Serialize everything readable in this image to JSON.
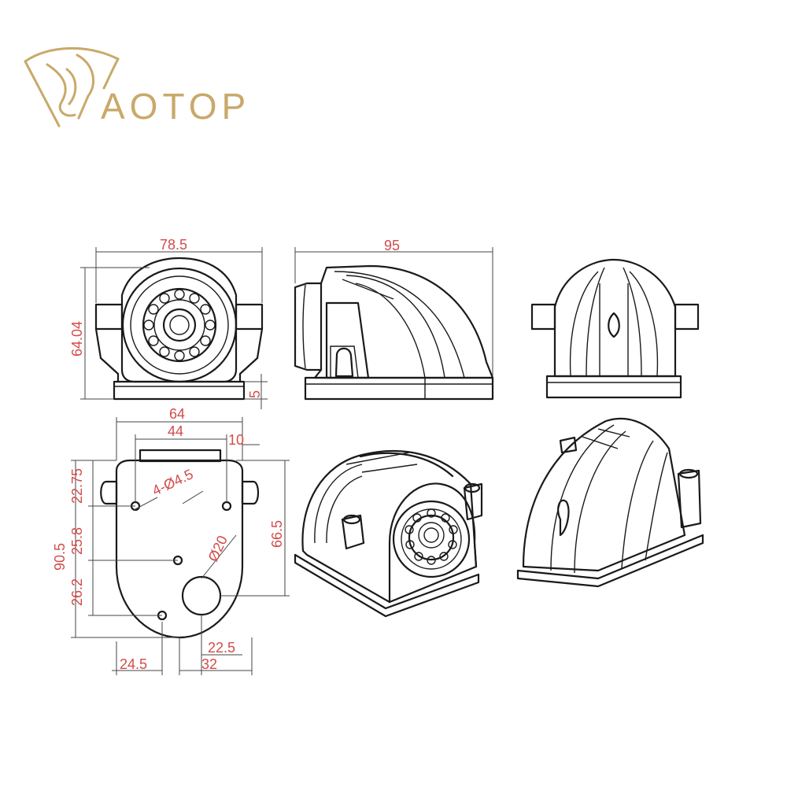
{
  "brand": {
    "name": "AOTOP",
    "accent": "#c9a96a"
  },
  "dimension_color": "#d24b4b",
  "dimensions": {
    "front_width": "78.5",
    "front_height": "64.04",
    "base_thickness": "5",
    "side_length": "95",
    "bottom_width": "64",
    "hole_spacing": "44",
    "edge_offset": "10",
    "hole_label": "4-Ø4.5",
    "seg_1": "22.75",
    "seg_2": "25.8",
    "seg_3": "26.2",
    "total_height": "90.5",
    "right_height": "66.5",
    "lens_dia": "Ø20",
    "bottom_left": "24.5",
    "bottom_right": "32",
    "lens_offset": "22.5"
  }
}
